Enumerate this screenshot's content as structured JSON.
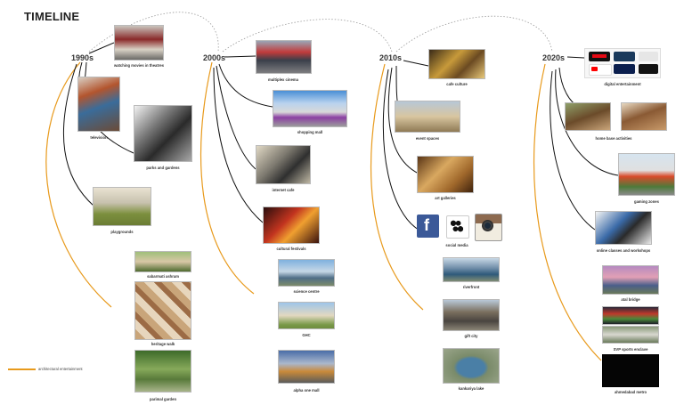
{
  "title": "TIMELINE",
  "legend": {
    "label": "architectural entertainment",
    "color": "#e89a1c"
  },
  "decades": [
    "1990s",
    "2000s",
    "2010s",
    "2020s"
  ],
  "items": {
    "d1990": [
      "watching movies in theatres",
      "television",
      "parks and gardens",
      "playgrounds",
      "sabarmati ashram",
      "heritage walk",
      "parimal garden"
    ],
    "d2000": [
      "multiplex cinema",
      "shopping mall",
      "internet cafe",
      "cultural festivals",
      "science centre",
      "GHC",
      "alpha one mall"
    ],
    "d2010": [
      "cafe culture",
      "event spaces",
      "art galleries",
      "social media",
      "riverfront",
      "gift city",
      "kankariya lake"
    ],
    "d2020": [
      "digital entertainment",
      "home base activities",
      "gaming zones",
      "online classes and workshops",
      "atal bridge",
      "SVP sports enclave",
      "ahmedabad metro"
    ]
  },
  "colors": {
    "curve": "#e89a1c",
    "connector": "#111111",
    "dotted": "#999999"
  }
}
